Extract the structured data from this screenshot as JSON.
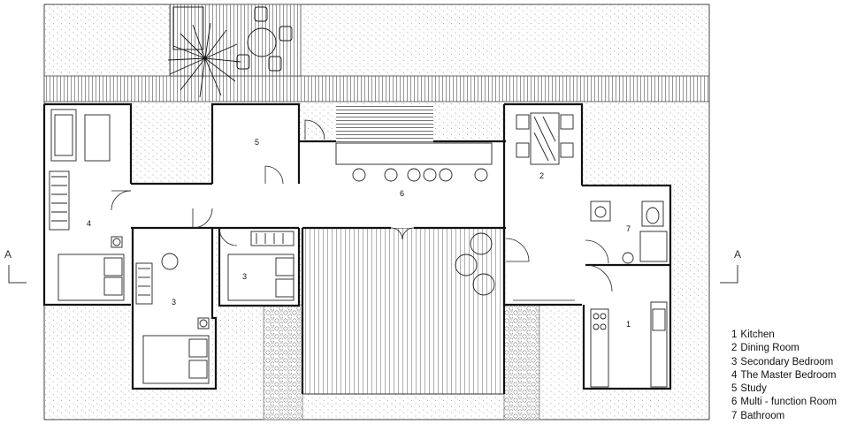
{
  "rooms": [
    {
      "number": "1",
      "name": "Kitchen"
    },
    {
      "number": "2",
      "name": "Dining Room"
    },
    {
      "number": "3",
      "name": "Secondary Bedroom"
    },
    {
      "number": "4",
      "name": "The Master Bedroom"
    },
    {
      "number": "5",
      "name": "Study"
    },
    {
      "number": "6",
      "name": "Multi - function Room"
    },
    {
      "number": "7",
      "name": "Bathroom"
    }
  ],
  "room_labels": {
    "kitchen": "1",
    "dining": "2",
    "secondary_left": "3",
    "secondary_right": "3",
    "master": "4",
    "study": "5",
    "multi": "6",
    "bath": "7"
  },
  "section_marks": {
    "left": "A",
    "right": "A"
  }
}
